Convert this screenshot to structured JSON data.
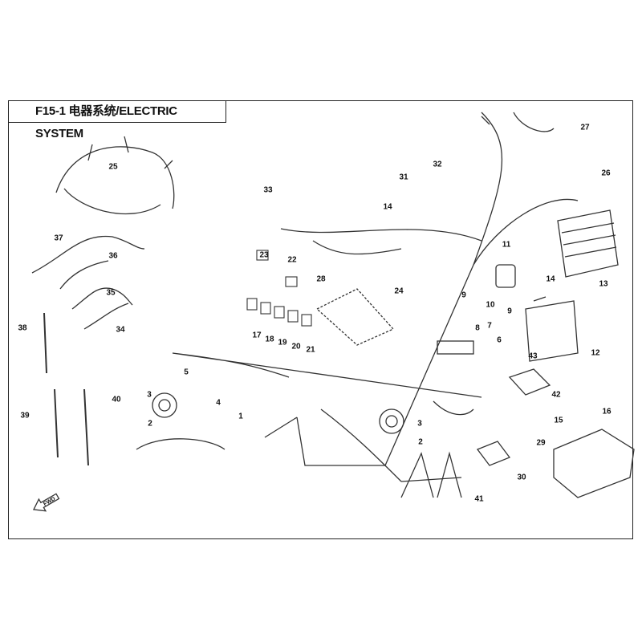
{
  "title": "F15-1 电器系统/ELECTRIC SYSTEM",
  "direction_marker": "FWD",
  "callouts": [
    "25",
    "33",
    "31",
    "32",
    "14",
    "27",
    "26",
    "11",
    "23",
    "22",
    "28",
    "24",
    "9",
    "10",
    "9",
    "14",
    "13",
    "37",
    "36",
    "35",
    "34",
    "38",
    "17",
    "18",
    "19",
    "20",
    "21",
    "8",
    "7",
    "6",
    "12",
    "43",
    "42",
    "5",
    "4",
    "3",
    "2",
    "1",
    "39",
    "40",
    "3",
    "2",
    "15",
    "16",
    "29",
    "30",
    "41"
  ]
}
